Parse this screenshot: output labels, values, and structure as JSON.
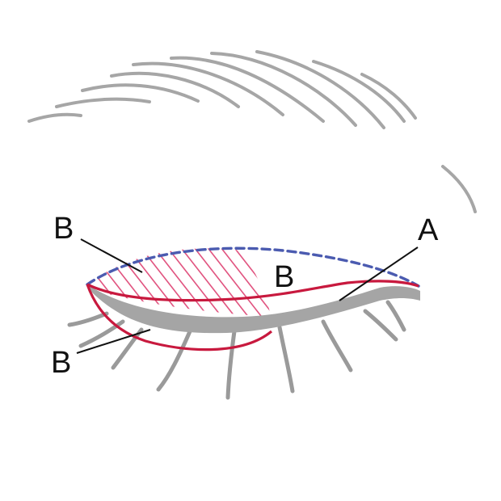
{
  "labels": {
    "a": "A",
    "b_upper_left": "B",
    "b_center": "B",
    "b_lower_left": "B"
  },
  "colors": {
    "eyelid_line": "#c8193e",
    "hatch": "#e0507d",
    "brow_fold_dashed": "#4b5bb0",
    "lash_line": "#a5a5a5",
    "brow": "#a6a6a6",
    "text": "#111111"
  }
}
